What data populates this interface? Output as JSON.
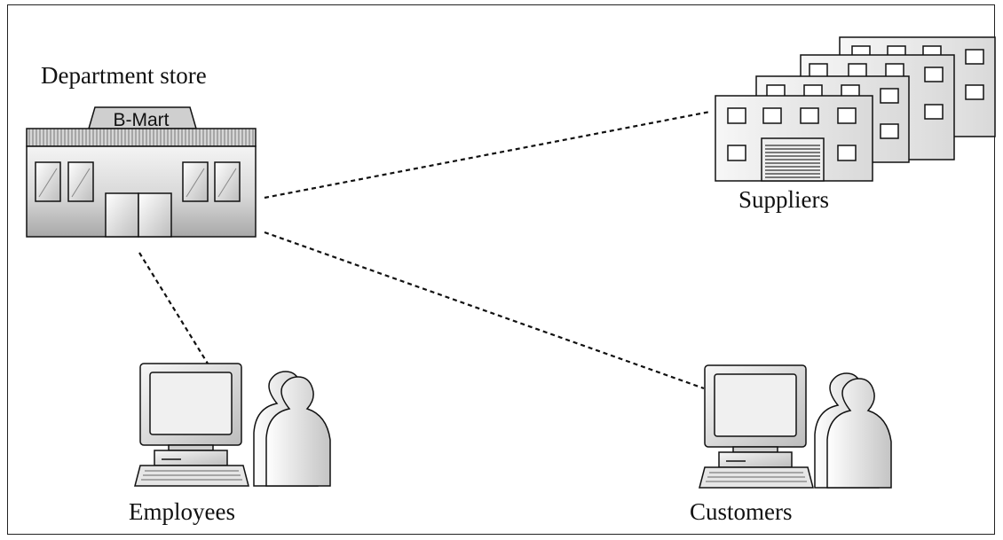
{
  "nodes": {
    "department_store": {
      "label": "Department store",
      "sign": "B-Mart"
    },
    "suppliers": {
      "label": "Suppliers"
    },
    "employees": {
      "label": "Employees"
    },
    "customers": {
      "label": "Customers"
    }
  },
  "connections": [
    {
      "from": "department_store",
      "to": "suppliers",
      "style": "dashed"
    },
    {
      "from": "department_store",
      "to": "customers",
      "style": "dashed"
    },
    {
      "from": "department_store",
      "to": "employees",
      "style": "dashed"
    }
  ],
  "colors": {
    "line": "#111111",
    "fill_light": "#f2f2f2",
    "fill_mid": "#c8c8c8",
    "fill_dark": "#9a9a9a"
  }
}
